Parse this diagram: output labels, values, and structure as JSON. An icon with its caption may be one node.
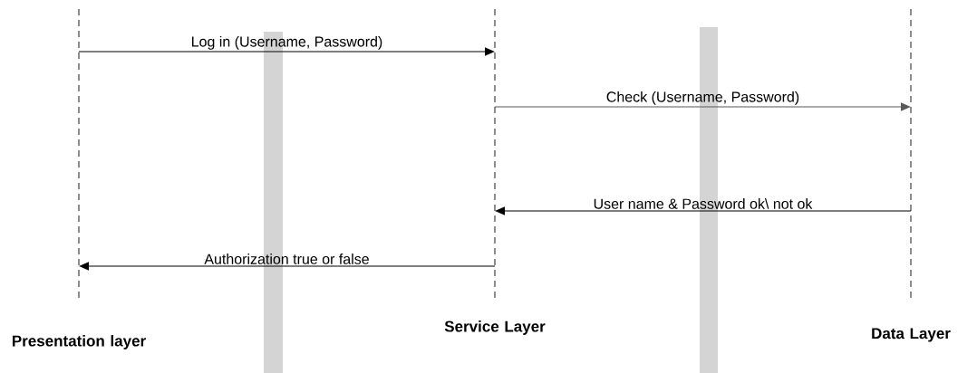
{
  "diagram": {
    "nodes": [
      {
        "text": [
          "Presentation layer"
        ]
      },
      {
        "text": [
          "Service Layer"
        ]
      },
      {
        "text": [
          "Data Layer"
        ]
      }
    ],
    "edges": [
      {
        "from": 0,
        "to": 1,
        "arrow": "to",
        "label": "Log in (Username, Password)"
      },
      {
        "from": 1,
        "to": 2,
        "arrow": "to",
        "label": "Check (Username, Password)",
        "color": "#595959"
      },
      {
        "from": 2,
        "to": 1,
        "arrow": "to",
        "label": "User name & Password ok\\ not ok"
      },
      {
        "from": 1,
        "to": 0,
        "arrow": "to",
        "label": "Authorization true or false"
      }
    ]
  }
}
